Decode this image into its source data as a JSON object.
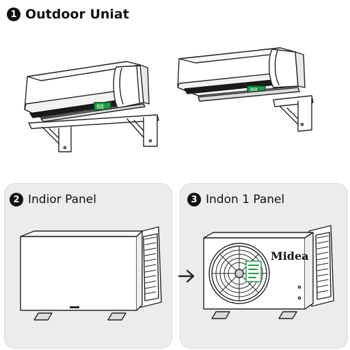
{
  "steps": [
    {
      "number": "1",
      "title": "Outdoor Uniat"
    },
    {
      "number": "2",
      "title": "Indior Panel"
    },
    {
      "number": "3",
      "title": "Indon 1 Panel"
    }
  ],
  "brand_label": "Midea",
  "display_text": "88",
  "colors": {
    "display_green": "#1f9a46",
    "panel_bg": "#ececec",
    "line": "#222222"
  },
  "icons": [
    "arrow-right-icon",
    "fan-grille-icon",
    "mounting-bracket-icon"
  ]
}
